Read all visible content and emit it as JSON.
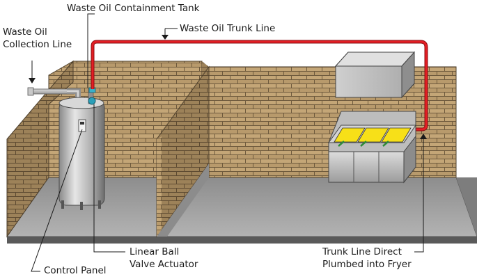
{
  "labels": {
    "tank": "Waste Oil Containment Tank",
    "collection_1": "Waste Oil",
    "collection_2": "Collection Line",
    "trunk": "Waste Oil Trunk Line",
    "actuator_1": "Linear Ball",
    "actuator_2": "Valve Actuator",
    "control_panel": "Control Panel",
    "direct_1": "Trunk Line Direct",
    "direct_2": "Plumbed into Fryer"
  },
  "colors": {
    "brick": "#b89a6c",
    "mortar": "#7a6545",
    "floor": "#9e9e9e",
    "trunk_line": "#e31e24",
    "fryer_oil": "#f7e018",
    "tank": "#b8b8b8",
    "valve": "#2a9fb8"
  },
  "icons": [
    "arrow-down-icon",
    "arrow-left-icon",
    "valve-icon"
  ]
}
